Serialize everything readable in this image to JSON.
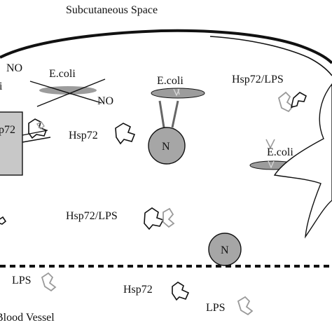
{
  "labels": {
    "subcutaneous_space": "Subcutaneous Space",
    "no_left": "NO",
    "i_fragment": "i",
    "ecoli_crossed": "E.coli",
    "no_crossed": "NO",
    "ecoli_center": "E.coli",
    "hsp72_lps_top": "Hsp72/LPS",
    "p72_fragment": "p72",
    "hsp72_mid": "Hsp72",
    "nucleus_top": "N",
    "ecoli_right": "E.coli",
    "hsp72_lps_mid": "Hsp72/LPS",
    "nucleus_bottom": "N",
    "lps_left": "LPS",
    "hsp72_bottom": "Hsp72",
    "lps_bottom": "LPS",
    "blood_vessel": "Blood Vessel"
  },
  "colors": {
    "line": "#111111",
    "nucleus_fill": "#a6a6a6",
    "ecoli_fill": "#9c9c9c",
    "cell_fill": "#c8c8c8",
    "lps_gray": "#9a9a9a"
  }
}
